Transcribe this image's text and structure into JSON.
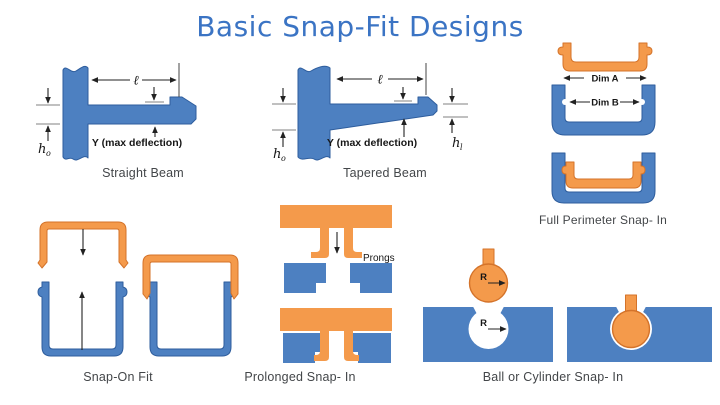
{
  "title": "Basic Snap-Fit Designs",
  "colors": {
    "blue_fill": "#4d80c1",
    "blue_stroke": "#2e5d9d",
    "orange_fill": "#f49a4b",
    "orange_stroke": "#d4732a",
    "title_blue": "#3b74c4",
    "caption_gray": "#434649"
  },
  "straight_beam": {
    "caption": "Straight Beam",
    "length_label": "ℓ",
    "deflection_label": "Y (max deflection)",
    "base_height_label": "h",
    "base_height_sub": "o"
  },
  "tapered_beam": {
    "caption": "Tapered Beam",
    "length_label": "ℓ",
    "deflection_label": "Y (max deflection)",
    "base_height_label": "h",
    "base_height_sub": "o",
    "tip_height_label": "h",
    "tip_height_sub": "l"
  },
  "full_perimeter": {
    "caption": "Full Perimeter Snap- In",
    "dim_a_label": "Dim A",
    "dim_b_label": "Dim B"
  },
  "snap_on": {
    "caption": "Snap-On Fit"
  },
  "prolonged": {
    "caption": "Prolonged Snap- In",
    "prongs_label": "Prongs"
  },
  "ball": {
    "caption": "Ball or Cylinder Snap- In",
    "ball_radius_label": "R",
    "socket_radius_label": "R"
  }
}
